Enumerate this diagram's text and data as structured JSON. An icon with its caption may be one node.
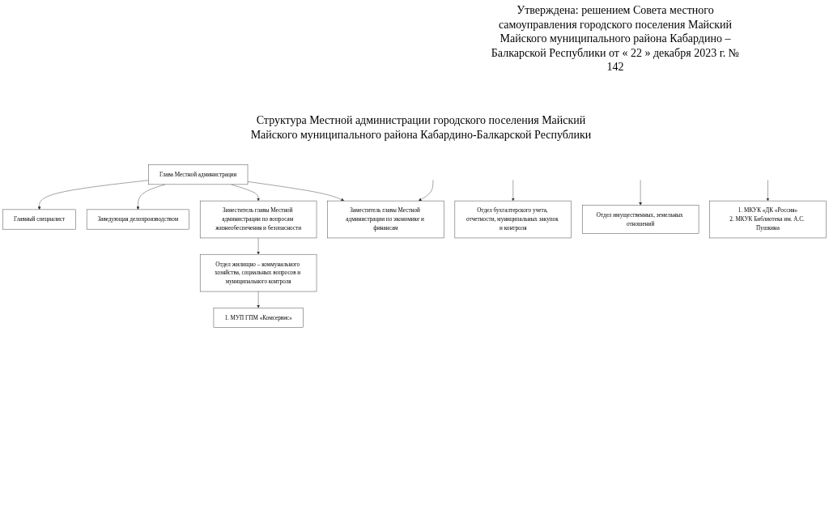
{
  "diagram": {
    "title": "Структура Местной администрации городского поселения Майский Майского муниципального района Кабардино-Балкарской Республики",
    "nodes": [
      {
        "text": [
          "Глава Местной администрации"
        ]
      },
      {
        "text": [
          "Главный специалист"
        ]
      },
      {
        "text": [
          "Заместитель главы Местной администрации по вопросам жизнеобеспечения и безопасности"
        ]
      },
      {
        "text": [
          "Заместитель главы Местной администрации по экономике и финансам"
        ]
      },
      {
        "text": [
          "Заведующая делопроизводством"
        ]
      },
      {
        "text": [
          "Отдел бухгалтерского учета, отчетности, муниципальных закупок и контроля"
        ]
      },
      {
        "text": [
          "Отдел жилищно – коммунального хозяйства, социальных вопросов и муниципального контроля"
        ]
      },
      {
        "text": [
          "Отдел имущественных, земельных отношений"
        ]
      },
      {
        "text": [
          "1. МУП ГПМ «Комсервис»"
        ]
      },
      {
        "text": [
          "1. МКУК «ДК «Россия»",
          "2. МКУК Библиотека им. А.С. Пушкина"
        ]
      }
    ],
    "edges": [
      {
        "from": 0,
        "to": 1,
        "arrow": "to"
      },
      {
        "from": 0,
        "to": 4,
        "arrow": "to"
      },
      {
        "from": 0,
        "to": 2,
        "arrow": "to"
      },
      {
        "from": 0,
        "to": 3,
        "arrow": "to"
      },
      {
        "from": 2,
        "to": 6,
        "arrow": "to"
      },
      {
        "from": 6,
        "to": 8,
        "arrow": "to"
      },
      {
        "from": null,
        "to": 3,
        "arrow": "to"
      },
      {
        "from": null,
        "to": 5,
        "arrow": "to"
      },
      {
        "from": null,
        "to": 7,
        "arrow": "to"
      },
      {
        "from": null,
        "to": 9,
        "arrow": "to"
      }
    ],
    "labels": [
      "Утверждена: решением Совета местного самоуправления городского поселения Майский Майского муниципального района Кабардино – Балкарской Республики от « 22 » декабря 2023 г. № 142"
    ]
  }
}
